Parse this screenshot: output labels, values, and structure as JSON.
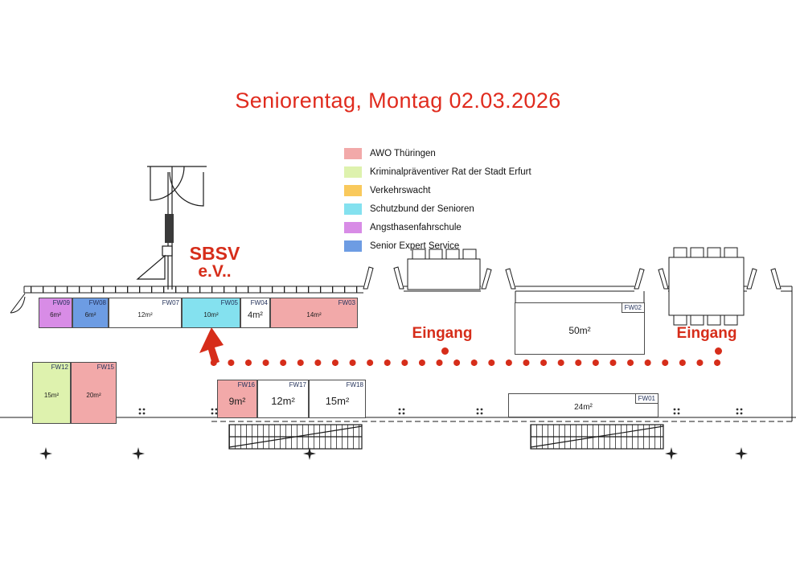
{
  "title": "Seniorentag, Montag 02.03.2026",
  "colors": {
    "accent_red": "#d62d1a",
    "title_red": "#e02b1e",
    "awo_pink": "#f2a9a9",
    "krim_green": "#def2ae",
    "verkehrswacht_yellow": "#f9c95c",
    "schutzbund_cyan": "#84e1ef",
    "angsthasen_purple": "#d88ce6",
    "ses_blue": "#6d9ce3"
  },
  "legend": {
    "items": [
      {
        "label": "AWO Thüringen",
        "color": "#f2a9a9"
      },
      {
        "label": "Kriminalpräventiver Rat der Stadt Erfurt",
        "color": "#def2ae"
      },
      {
        "label": "Verkehrswacht",
        "color": "#f9c95c"
      },
      {
        "label": "Schutzbund der Senioren",
        "color": "#84e1ef"
      },
      {
        "label": "Angsthasenfahrschule",
        "color": "#d88ce6"
      },
      {
        "label": "Senior Expert Service",
        "color": "#6d9ce3"
      }
    ]
  },
  "annotations": {
    "sbsv_line1": "SBSV",
    "sbsv_line2": "e.V..",
    "entrance_left": "Eingang",
    "entrance_right": "Eingang"
  },
  "booths": [
    {
      "id": "FW09",
      "area": "6m²",
      "color": "#d88ce6"
    },
    {
      "id": "FW08",
      "area": "6m²",
      "color": "#6d9ce3"
    },
    {
      "id": "FW07",
      "area": "12m²",
      "color": "#ffffff"
    },
    {
      "id": "FW05",
      "area": "10m²",
      "color": "#84e1ef"
    },
    {
      "id": "FW04",
      "area": "4m²",
      "color": "#ffffff"
    },
    {
      "id": "FW03",
      "area": "14m²",
      "color": "#f2a9a9"
    },
    {
      "id": "FW02",
      "area": "50m²",
      "color": "#ffffff"
    },
    {
      "id": "FW12",
      "area": "15m²",
      "color": "#def2ae"
    },
    {
      "id": "FW15",
      "area": "20m²",
      "color": "#f2a9a9"
    },
    {
      "id": "FW16",
      "area": "9m²",
      "color": "#f2a9a9"
    },
    {
      "id": "FW17",
      "area": "12m²",
      "color": "#ffffff"
    },
    {
      "id": "FW18",
      "area": "15m²",
      "color": "#ffffff"
    },
    {
      "id": "FW01",
      "area": "24m²",
      "color": "#ffffff"
    }
  ]
}
